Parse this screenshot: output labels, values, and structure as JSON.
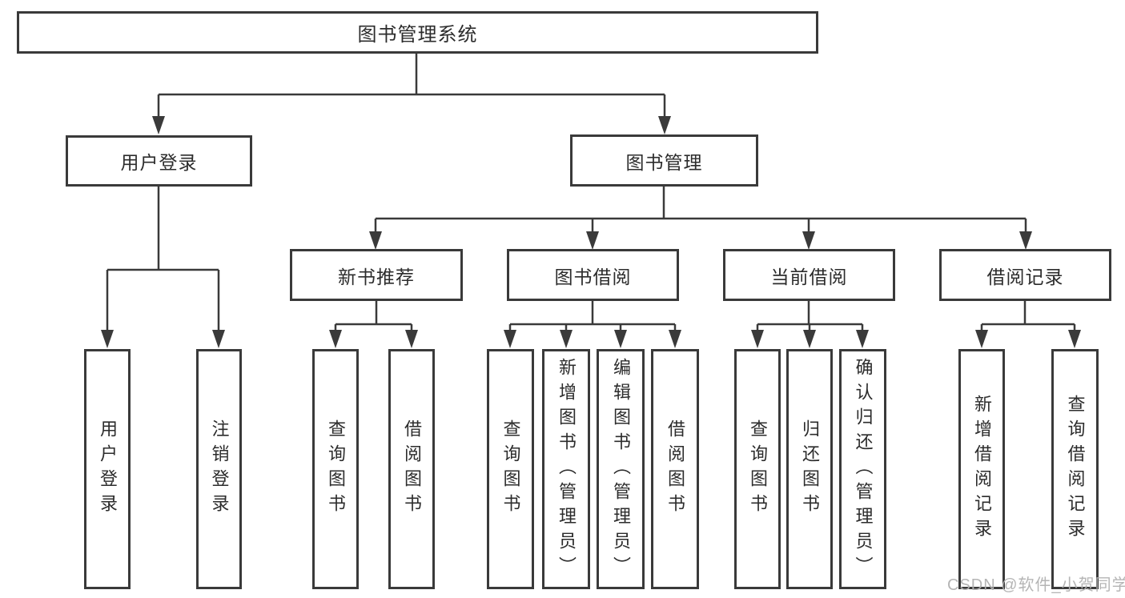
{
  "tree": {
    "root": {
      "label": "图书管理系统"
    },
    "branches": [
      {
        "label": "用户登录",
        "children": [
          {
            "label": "用户登录"
          },
          {
            "label": "注销登录"
          }
        ]
      },
      {
        "label": "图书管理",
        "children": [
          {
            "label": "新书推荐",
            "children": [
              {
                "label": "查询图书"
              },
              {
                "label": "借阅图书"
              }
            ]
          },
          {
            "label": "图书借阅",
            "children": [
              {
                "label": "查询图书"
              },
              {
                "label": "新增图书（管理员）"
              },
              {
                "label": "编辑图书（管理员）"
              },
              {
                "label": "借阅图书"
              }
            ]
          },
          {
            "label": "当前借阅",
            "children": [
              {
                "label": "查询图书"
              },
              {
                "label": "归还图书"
              },
              {
                "label": "确认归还（管理员）"
              }
            ]
          },
          {
            "label": "借阅记录",
            "children": [
              {
                "label": "新增借阅记录"
              },
              {
                "label": "查询借阅记录"
              }
            ]
          }
        ]
      }
    ]
  },
  "watermark": {
    "text": "CSDN @软件_小贺同学"
  },
  "colors": {
    "line": "#3a3a3a",
    "box_border": "#3a3a3a",
    "text": "#2c2c2c",
    "background": "#ffffff",
    "watermark": "#b1b1b1"
  }
}
